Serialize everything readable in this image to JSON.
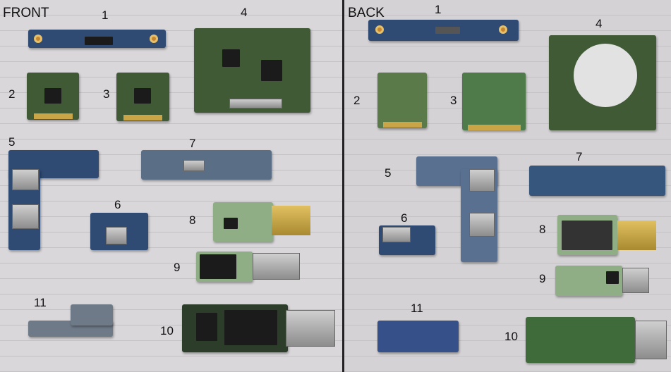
{
  "front": {
    "title": "FRONT",
    "labels": [
      "1",
      "2",
      "3",
      "4",
      "5",
      "6",
      "7",
      "8",
      "9",
      "10",
      "11"
    ]
  },
  "back": {
    "title": "BACK",
    "labels": [
      "1",
      "2",
      "3",
      "4",
      "5",
      "6",
      "7",
      "8",
      "9",
      "10",
      "11"
    ]
  }
}
